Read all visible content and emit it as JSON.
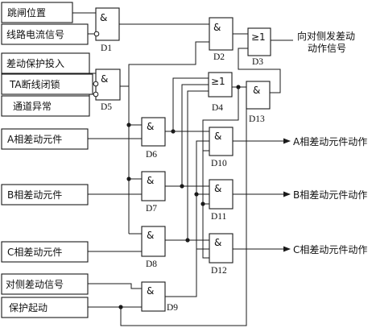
{
  "inputs": {
    "trip_position": "跳闸位置",
    "line_current_signal": "线路电流信号",
    "diff_protection_on": "差动保护投入",
    "ta_break_block": "TA断线闭锁",
    "channel_abnormal": "通道异常",
    "phase_a_element": "A相差动元件",
    "phase_b_element": "B相差动元件",
    "phase_c_element": "C相差动元件",
    "remote_diff_signal": "对侧差动信号",
    "protection_start": "保护起动"
  },
  "outputs": {
    "to_remote_line1": "向对侧发差动",
    "to_remote_line2": "动作信号",
    "phase_a_operate": "A相差动元件动作",
    "phase_b_operate": "B相差动元件动作",
    "phase_c_operate": "C相差动元件动作"
  },
  "gates": {
    "and_symbol": "&",
    "or_symbol": "≥1",
    "d1": "D1",
    "d2": "D2",
    "d3": "D3",
    "d4": "D4",
    "d5": "D5",
    "d6": "D6",
    "d7": "D7",
    "d8": "D8",
    "d9": "D9",
    "d10": "D10",
    "d11": "D11",
    "d12": "D12",
    "d13": "D13"
  }
}
